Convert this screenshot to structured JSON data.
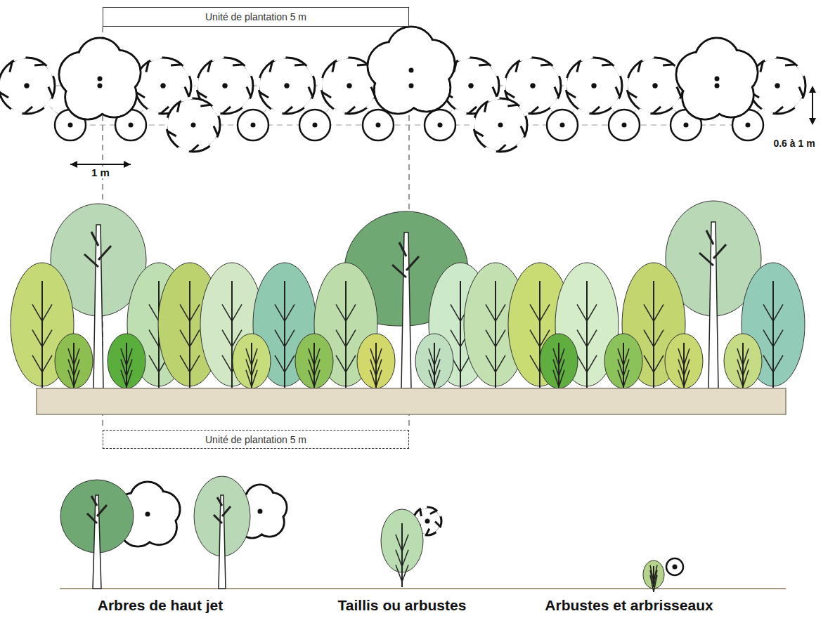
{
  "diagram": {
    "nodes": [
      {
        "text": [
          "Unité de plantation 5 m"
        ]
      },
      {
        "text": [
          "Unité de plantation 5 m"
        ]
      }
    ],
    "labels": [
      "1 m",
      "0.6 à 1 m"
    ],
    "legend": [
      {
        "text": "Arbres de haut jet"
      },
      {
        "text": "Taillis ou arbustes"
      },
      {
        "text": "Arbustes et arbrisseaux"
      }
    ]
  }
}
